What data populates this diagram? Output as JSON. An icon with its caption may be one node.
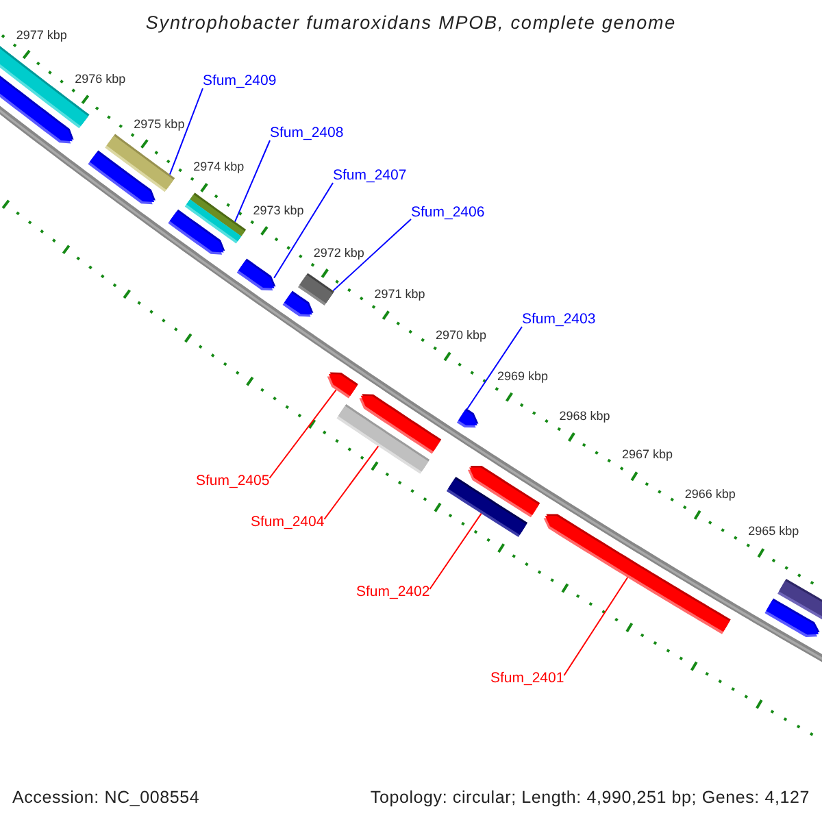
{
  "diagram": {
    "title": "Syntrophobacter fumaroxidans MPOB, complete genome",
    "nodes": [
      {
        "text": [
          "Sfum_2409"
        ]
      },
      {
        "text": [
          "Sfum_2408"
        ]
      },
      {
        "text": [
          "Sfum_2407"
        ]
      },
      {
        "text": [
          "Sfum_2406"
        ]
      },
      {
        "text": [
          "Sfum_2403"
        ]
      },
      {
        "text": [
          "Sfum_2405"
        ]
      },
      {
        "text": [
          "Sfum_2404"
        ]
      },
      {
        "text": [
          "Sfum_2402"
        ]
      },
      {
        "text": [
          "Sfum_2401"
        ]
      },
      {
        "text": [],
        "shape": "bar"
      },
      {
        "text": [],
        "shape": "bar"
      },
      {
        "text": [],
        "shape": "bar"
      },
      {
        "text": [],
        "shape": "bar"
      },
      {
        "text": [],
        "shape": "bar"
      },
      {
        "text": [],
        "shape": "bar"
      },
      {
        "text": [],
        "shape": "bar"
      },
      {
        "text": [],
        "shape": "bar"
      },
      {
        "text": [],
        "shape": "bar"
      }
    ],
    "edges": [
      {
        "from": 0,
        "to": 9,
        "arrow": "none"
      },
      {
        "from": 1,
        "to": 10,
        "arrow": "none"
      },
      {
        "from": 2,
        "to": 11,
        "arrow": "none"
      },
      {
        "from": 3,
        "to": 12,
        "arrow": "none"
      },
      {
        "from": 4,
        "to": 13,
        "arrow": "none"
      },
      {
        "from": 5,
        "to": 14,
        "arrow": "none",
        "color": "#ff0000"
      },
      {
        "from": 6,
        "to": 15,
        "arrow": "none",
        "color": "#ff0000"
      },
      {
        "from": 7,
        "to": 16,
        "arrow": "none",
        "color": "#ff0000"
      },
      {
        "from": 8,
        "to": 17,
        "arrow": "none",
        "color": "#ff0000"
      }
    ],
    "labels": [
      "2977 kbp",
      "2976 kbp",
      "2975 kbp",
      "2974 kbp",
      "2973 kbp",
      "2972 kbp",
      "2971 kbp",
      "2970 kbp",
      "2969 kbp",
      "2968 kbp",
      "2967 kbp",
      "2966 kbp",
      "2965 kbp",
      "Accession: NC_008554",
      "Topology: circular; Length: 4,990,251 bp; Genes: 4,127"
    ]
  }
}
